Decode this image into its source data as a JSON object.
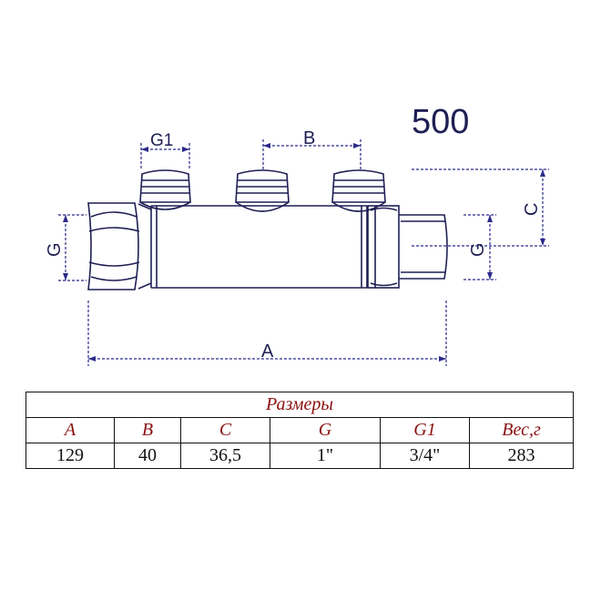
{
  "model": "500",
  "labels": {
    "g1": "G1",
    "b": "B",
    "g_left": "G",
    "g_right": "G",
    "c": "C",
    "a": "A"
  },
  "table": {
    "title": "Размеры",
    "headers": [
      "A",
      "B",
      "C",
      "G",
      "G1",
      "Вес,г"
    ],
    "values": [
      "129",
      "40",
      "36,5",
      "1\"",
      "3/4\"",
      "283"
    ]
  },
  "colors": {
    "line": "#1f1f55",
    "dim": "#2a2a8a",
    "header_text": "#8b1010"
  }
}
